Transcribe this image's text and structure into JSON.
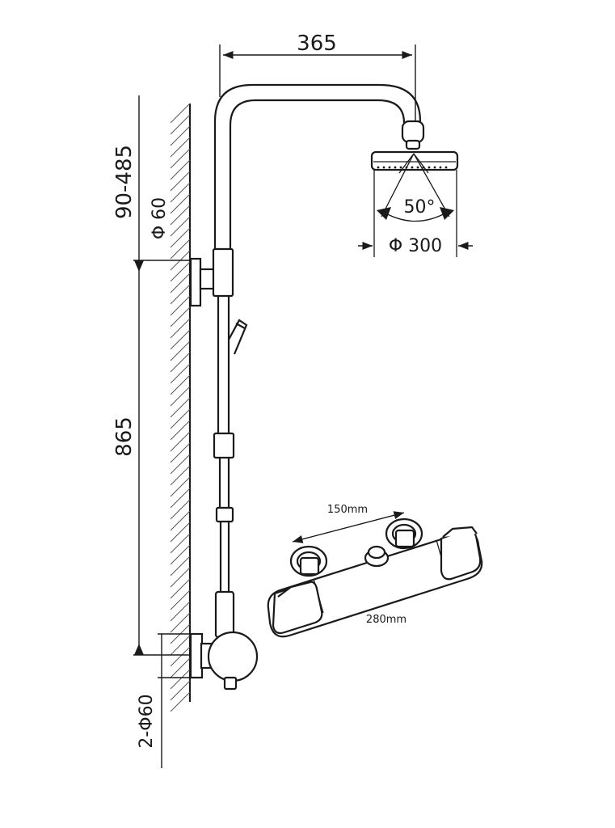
{
  "dimensions": {
    "arm_length": "365",
    "height_adjust": "90-485",
    "bracket_diameter": "Φ 60",
    "rail_height": "865",
    "outlet_diameter": "2-Φ60",
    "spray_angle": "50°",
    "head_diameter": "Φ 300",
    "valve_centers": "150mm",
    "valve_length": "280mm"
  },
  "colors": {
    "line": "#1a1a1a",
    "background": "#ffffff"
  }
}
